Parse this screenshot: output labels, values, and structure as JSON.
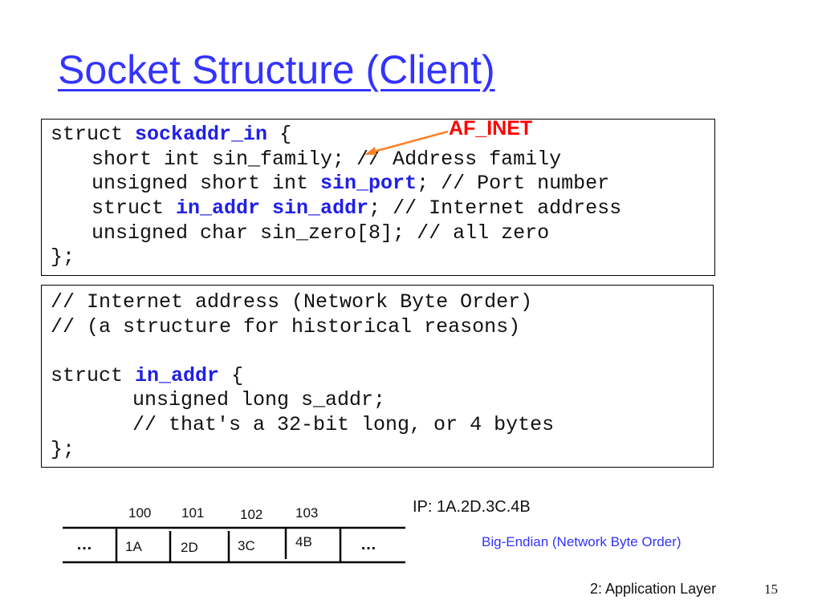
{
  "title": "Socket Structure (Client)",
  "annotation": {
    "label": "AF_INET",
    "color": "#ff0000"
  },
  "code_block_1": {
    "line1": {
      "pre": "struct ",
      "kw": "sockaddr_in",
      "post": " {"
    },
    "line2": "short int sin_family; // Address family",
    "line3": {
      "pre": "unsigned short int ",
      "kw": "sin_port",
      "post": "; // Port number"
    },
    "line4": {
      "pre": "struct ",
      "kw": "in_addr sin_addr",
      "post": "; // Internet address"
    },
    "line5": "unsigned char sin_zero[8]; // all zero",
    "line6": "};"
  },
  "code_block_2": {
    "line1": "// Internet address (Network Byte Order)",
    "line2": "// (a structure for historical reasons)",
    "line4": {
      "pre": "struct ",
      "kw": "in_addr",
      "post": " {"
    },
    "line5": "unsigned long s_addr;",
    "line6": "// that's a 32-bit long, or 4 bytes",
    "line7": "};"
  },
  "memory": {
    "addresses": [
      "100",
      "101",
      "102",
      "103"
    ],
    "cells": [
      "1A",
      "2D",
      "3C",
      "4B"
    ],
    "ellipsis": "…"
  },
  "ip_label": "IP: 1A.2D.3C.4B",
  "endian_label": "Big-Endian (Network Byte Order)",
  "footer": "2: Application Layer",
  "page_number": "15",
  "colors": {
    "title": "#3333ff",
    "keyword": "#2020e6",
    "annotation": "#ff0000",
    "arrow": "#ff7f27",
    "endian": "#3333ff"
  }
}
